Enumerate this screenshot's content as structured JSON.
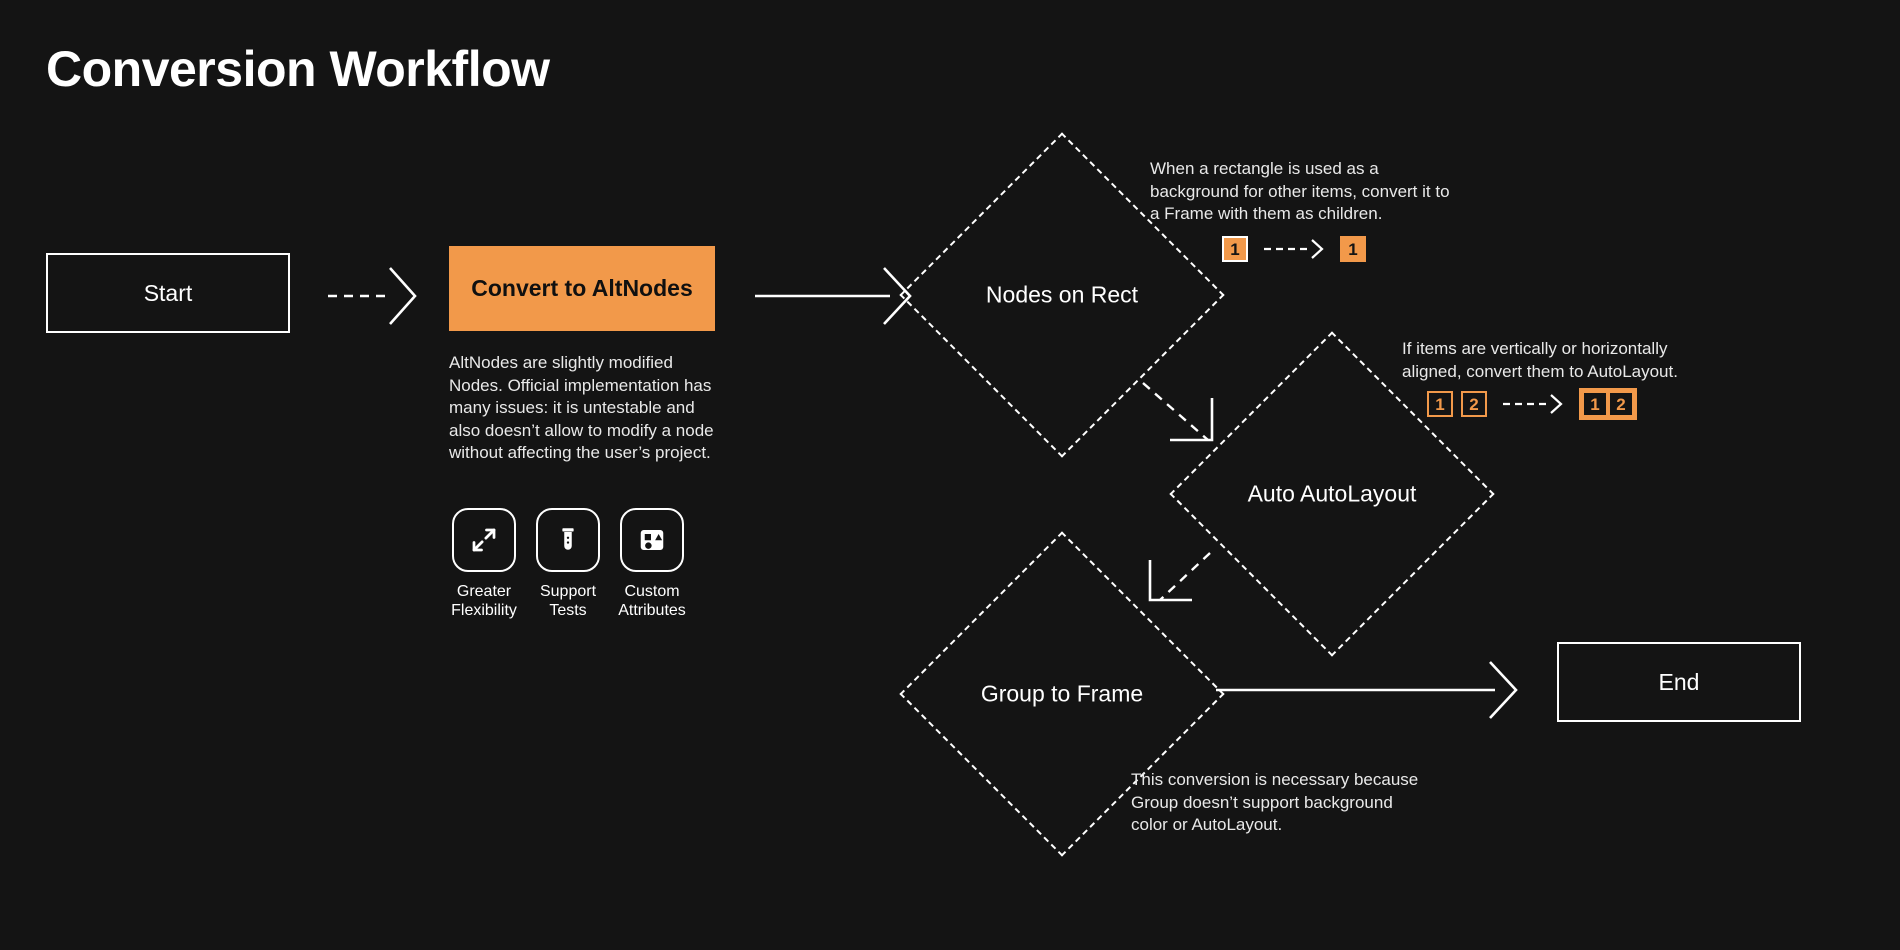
{
  "page": {
    "title": "Conversion Workflow",
    "background_color": "#141414",
    "accent_color": "#F2994A",
    "text_color": "#ffffff"
  },
  "nodes": {
    "start": {
      "label": "Start",
      "shape": "rectangle",
      "style": "outlined"
    },
    "convert": {
      "label": "Convert to AltNodes",
      "shape": "rectangle",
      "style": "filled-accent"
    },
    "nodes_on_rect": {
      "label": "Nodes on Rect",
      "shape": "diamond",
      "style": "dashed"
    },
    "auto_autolayout": {
      "label": "Auto AutoLayout",
      "shape": "diamond",
      "style": "dashed"
    },
    "group_to_frame": {
      "label": "Group to Frame",
      "shape": "diamond",
      "style": "dashed"
    },
    "end": {
      "label": "End",
      "shape": "rectangle",
      "style": "outlined"
    }
  },
  "convert_description": "AltNodes are slightly modified Nodes. Official implementation has many issues: it is untestable and also doesn’t allow to modify a node without affecting the user’s project.",
  "features": [
    {
      "icon": "expand-arrows-icon",
      "label": "Greater\nFlexibility"
    },
    {
      "icon": "test-tube-icon",
      "label": "Support\nTests"
    },
    {
      "icon": "shapes-icon",
      "label": "Custom\nAttributes"
    }
  ],
  "annotations": {
    "nodes_on_rect": {
      "text": "When a rectangle is used as a background for other items, convert it to a Frame with them as children.",
      "before": [
        {
          "value": "1",
          "style": "filled-outlined"
        }
      ],
      "after": [
        {
          "value": "1",
          "style": "filled"
        }
      ]
    },
    "auto_autolayout": {
      "text": "If items are vertically or horizontally aligned, convert them to AutoLayout.",
      "before": [
        {
          "value": "1",
          "style": "outline"
        },
        {
          "value": "2",
          "style": "outline"
        }
      ],
      "after": [
        {
          "value": "1",
          "style": "outline"
        },
        {
          "value": "2",
          "style": "outline"
        }
      ],
      "after_grouped": true
    },
    "group_to_frame": {
      "text": "This conversion is necessary because Group doesn’t support background color or AutoLayout."
    }
  },
  "edges": [
    {
      "from": "start",
      "to": "convert",
      "style": "dashed",
      "head": "chevron"
    },
    {
      "from": "convert",
      "to": "nodes_on_rect",
      "style": "solid",
      "head": "chevron"
    },
    {
      "from": "nodes_on_rect",
      "to": "auto_autolayout",
      "style": "dashed",
      "head": "corner"
    },
    {
      "from": "auto_autolayout",
      "to": "group_to_frame",
      "style": "dashed",
      "head": "corner"
    },
    {
      "from": "group_to_frame",
      "to": "end",
      "style": "solid",
      "head": "chevron"
    },
    {
      "from": "annotation-badge-1",
      "to": "annotation-badge-1-result",
      "style": "dashed",
      "head": "chevron"
    },
    {
      "from": "annotation-badge-2",
      "to": "annotation-badge-2-result",
      "style": "dashed",
      "head": "chevron"
    }
  ]
}
